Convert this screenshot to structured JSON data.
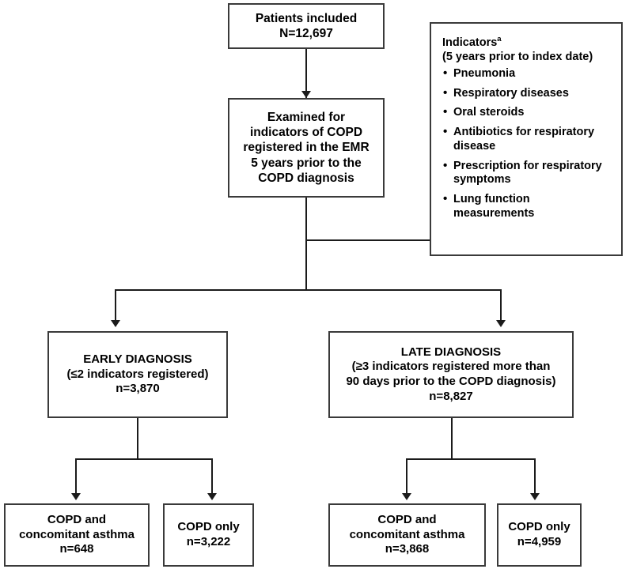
{
  "figure": {
    "type": "flowchart",
    "title": "COPD patient cohort flow diagram"
  },
  "nodes": {
    "patients_included": {
      "line1": "Patients included",
      "line2": "N=12,697"
    },
    "examined": {
      "line1": "Examined for",
      "line2": "indicators of COPD",
      "line3": "registered in the EMR",
      "line4": "5 years prior to the",
      "line5": "COPD diagnosis"
    },
    "indicators": {
      "header": "Indicators",
      "header_superscript": "a",
      "subheader": "(5 years prior to index date)",
      "items": [
        "Pneumonia",
        "Respiratory diseases",
        "Oral steroids",
        "Antibiotics for respiratory disease",
        "Prescription for respiratory symptoms",
        "Lung function measurements"
      ]
    },
    "early_diagnosis": {
      "line1": "EARLY DIAGNOSIS",
      "line2": "(≤2 indicators registered)",
      "line3": "n=3,870"
    },
    "late_diagnosis": {
      "line1": "LATE DIAGNOSIS",
      "line2": "(≥3 indicators registered more than",
      "line3": "90 days prior to the COPD diagnosis)",
      "line4": "n=8,827"
    },
    "early_asthma": {
      "line1": "COPD and",
      "line2": "concomitant asthma",
      "line3": "n=648"
    },
    "early_only": {
      "line1": "COPD only",
      "line2": "n=3,222"
    },
    "late_asthma": {
      "line1": "COPD and",
      "line2": "concomitant asthma",
      "line3": "n=3,868"
    },
    "late_only": {
      "line1": "COPD only",
      "line2": "n=4,959"
    }
  },
  "colors": {
    "border": "#3a3a3a",
    "connector": "#1b1b1b",
    "background": "#ffffff",
    "text": "#000000"
  }
}
